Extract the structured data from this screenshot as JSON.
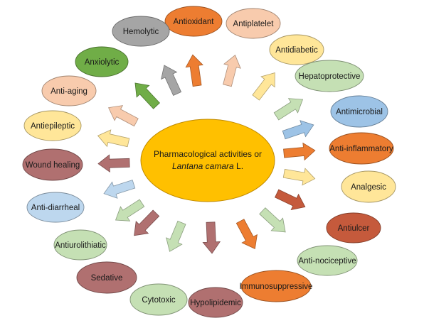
{
  "center": {
    "line1": "Pharmacological activities or",
    "line2_italic": "Lantana camara",
    "line2_suffix": " L.",
    "color": "#ffc000",
    "stroke": "#c08a00"
  },
  "activities": [
    {
      "label": "Antioxidant",
      "color": "#ed7d31"
    },
    {
      "label": "Antiplatelet",
      "color": "#f8cbad"
    },
    {
      "label": "Antidiabetic",
      "color": "#ffe699"
    },
    {
      "label": "Hepatoprotective",
      "color": "#c5e0b4"
    },
    {
      "label": "Antimicrobial",
      "color": "#9dc3e6"
    },
    {
      "label": "Anti-inflammatory",
      "color": "#ed7d31"
    },
    {
      "label": "Analgesic",
      "color": "#ffe699"
    },
    {
      "label": "Antiulcer",
      "color": "#c55a3c"
    },
    {
      "label": "Anti-nociceptive",
      "color": "#c5e0b4"
    },
    {
      "label": "Immunosuppressive",
      "color": "#ed7d31"
    },
    {
      "label": "Hypolipidemic",
      "color": "#b07070"
    },
    {
      "label": "Cytotoxic",
      "color": "#c5e0b4"
    },
    {
      "label": "Sedative",
      "color": "#b07070"
    },
    {
      "label": "Antiurolithiatic",
      "color": "#c5e0b4"
    },
    {
      "label": "Anti-diarrheal",
      "color": "#bdd7ee"
    },
    {
      "label": "Wound healing",
      "color": "#b07070"
    },
    {
      "label": "Antiepileptic",
      "color": "#ffe699"
    },
    {
      "label": "Anti-aging",
      "color": "#f8cbad"
    },
    {
      "label": "Anxiolytic",
      "color": "#70ad47"
    },
    {
      "label": "Hemolytic",
      "color": "#a5a5a5"
    }
  ]
}
